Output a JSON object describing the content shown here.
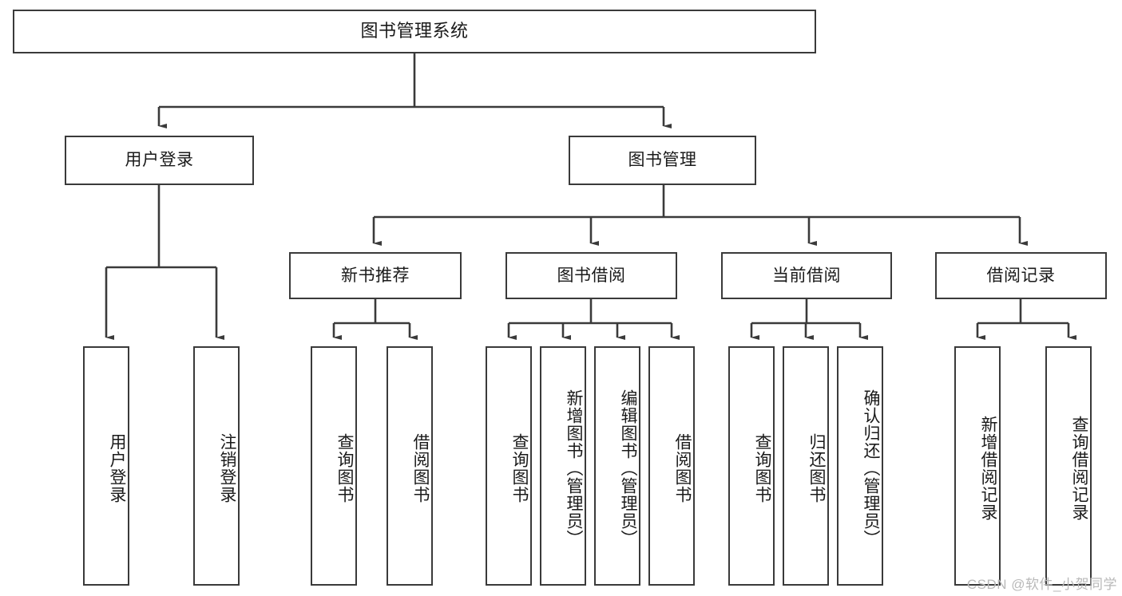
{
  "diagram": {
    "title": "图书管理系统",
    "type": "tree-hierarchy",
    "watermark": "CSDN @软件_小贺同学",
    "colors": {
      "box_border": "#3a3a3a",
      "box_fill": "#ffffff",
      "edge": "#3a3a3a",
      "text": "#1a1a1a",
      "watermark": "#b9b9b9",
      "background": "#ffffff"
    },
    "root": {
      "label": "图书管理系统"
    },
    "level2": [
      {
        "label": "用户登录"
      },
      {
        "label": "图书管理"
      }
    ],
    "level3": [
      {
        "label": "新书推荐"
      },
      {
        "label": "图书借阅"
      },
      {
        "label": "当前借阅"
      },
      {
        "label": "借阅记录"
      }
    ],
    "leaves": {
      "user_login": [
        {
          "label": "用户登录"
        },
        {
          "label": "注销登录"
        }
      ],
      "new_book_recommend": [
        {
          "label": "查询图书"
        },
        {
          "label": "借阅图书"
        }
      ],
      "book_borrow": [
        {
          "label": "查询图书"
        },
        {
          "label": "新增图书（管理员）"
        },
        {
          "label": "编辑图书（管理员）"
        },
        {
          "label": "借阅图书"
        }
      ],
      "current_borrow": [
        {
          "label": "查询图书"
        },
        {
          "label": "归还图书"
        },
        {
          "label": "确认归还（管理员）"
        }
      ],
      "borrow_record": [
        {
          "label": "新增借阅记录"
        },
        {
          "label": "查询借阅记录"
        }
      ]
    }
  }
}
